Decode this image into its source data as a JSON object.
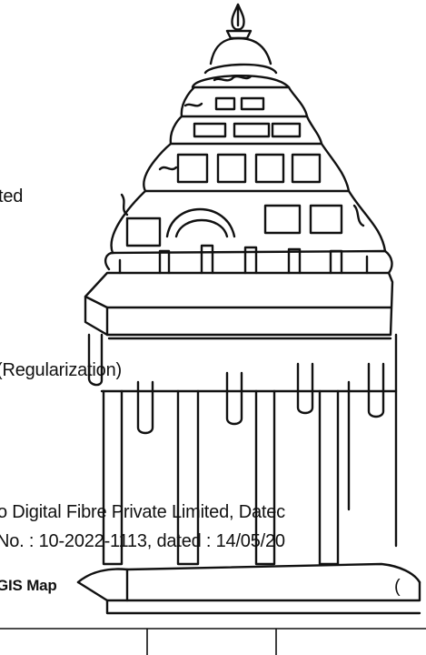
{
  "document": {
    "lines": [
      "ted",
      "(Regularization)",
      "o Digital Fibre Private Limited, Datec",
      "No. : 10-2022-1113, dated : 14/05/20",
      "GIS Map",
      "("
    ]
  },
  "colors": {
    "ink": "#111111",
    "paper": "#ffffff"
  },
  "icons": {
    "emblem": "temple-gopuram-icon"
  }
}
